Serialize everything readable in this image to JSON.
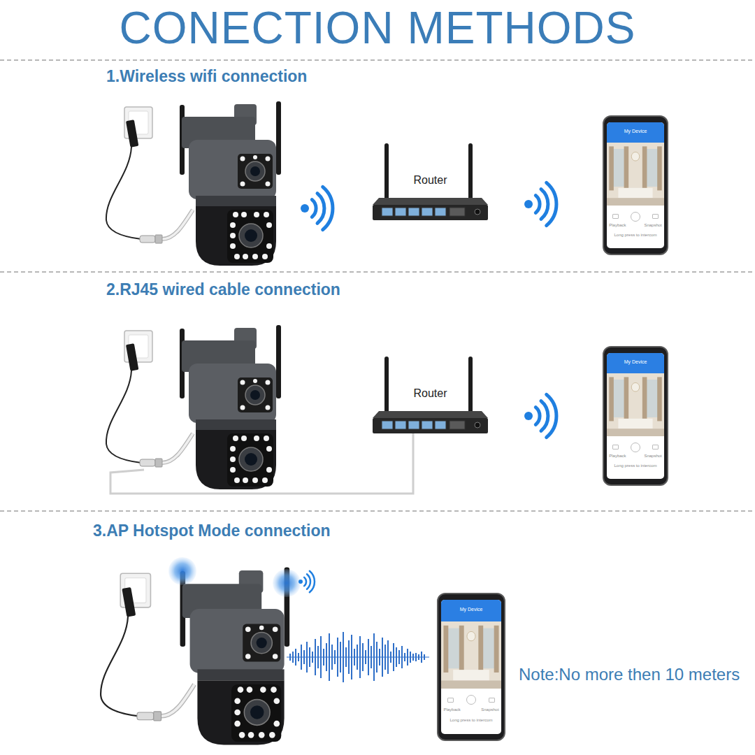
{
  "diagram": {
    "title": "CONECTION METHODS",
    "nodes": [
      {
        "text": [
          "Router"
        ]
      },
      {
        "text": [
          "My Device",
          "Playback",
          "Snapshot",
          "Long press to intercom"
        ]
      },
      {
        "text": [
          "Router"
        ]
      },
      {
        "text": [
          "My Device",
          "Playback",
          "Snapshot",
          "Long press to intercom"
        ]
      },
      {
        "text": [
          "My Device",
          "Playback",
          "Snapshot",
          "Long press to intercom"
        ]
      }
    ],
    "labels": [
      "1.Wireless wifi connection",
      "2.RJ45 wired cable connection",
      "3.AP Hotspot Mode connection",
      "Note:No more then 10 meters"
    ]
  }
}
